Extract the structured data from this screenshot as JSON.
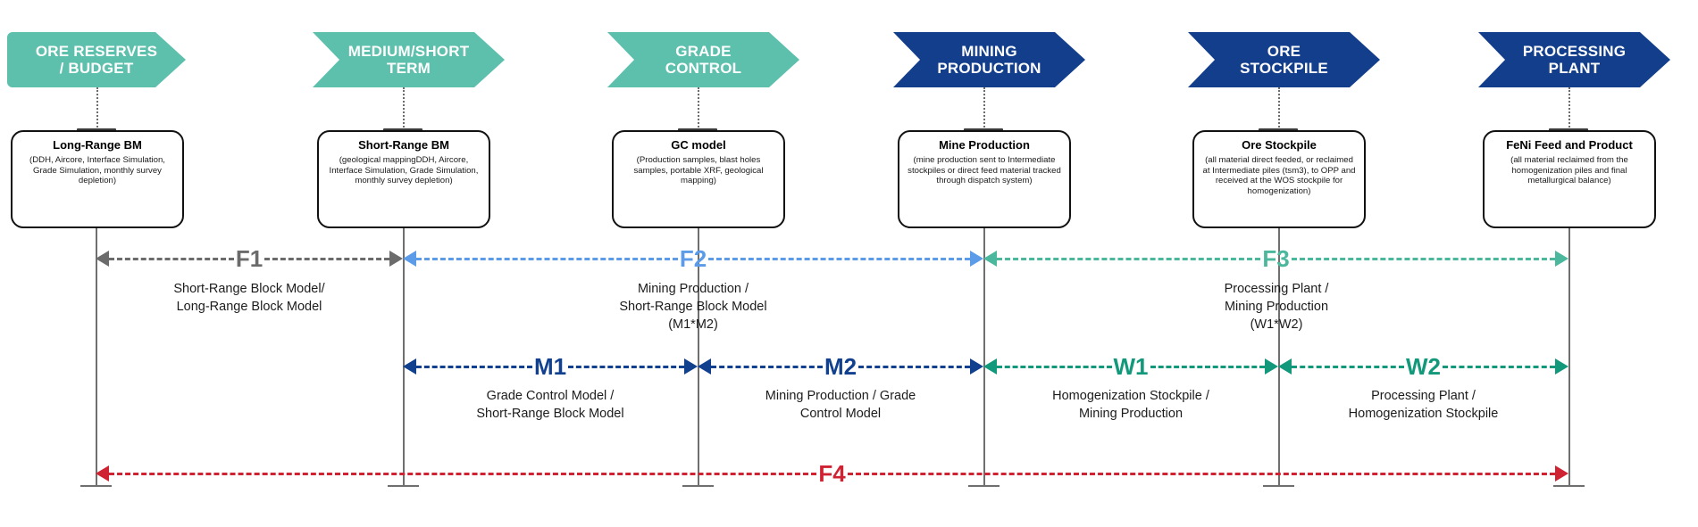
{
  "colors": {
    "teal_banner": "#5cc0ac",
    "navy_banner": "#123e8c",
    "f1_gray": "#6b6b6b",
    "f2_blue": "#5b9be8",
    "f3_teal": "#4bb79c",
    "m_navy": "#10408e",
    "w_green": "#12987b",
    "f4_red": "#cf2233"
  },
  "banners": [
    {
      "label": "ORE RESERVES\n/  BUDGET",
      "line1": "ORE RESERVES",
      "line2": "/  BUDGET",
      "style": "teal"
    },
    {
      "label": "MEDIUM/SHORT TERM",
      "line1": "MEDIUM/SHORT",
      "line2": "TERM",
      "style": "teal"
    },
    {
      "label": "GRADE CONTROL",
      "line1": "GRADE",
      "line2": "CONTROL",
      "style": "teal"
    },
    {
      "label": "MINING PRODUCTION",
      "line1": "MINING",
      "line2": "PRODUCTION",
      "style": "navy"
    },
    {
      "label": "ORE STOCKPILE",
      "line1": "ORE",
      "line2": "STOCKPILE",
      "style": "navy"
    },
    {
      "label": "PROCESSING PLANT",
      "line1": "PROCESSING",
      "line2": "PLANT",
      "style": "navy"
    }
  ],
  "boxes": [
    {
      "title": "Long-Range BM",
      "detail": "(DDH, Aircore, Interface Simulation, Grade Simulation, monthly survey depletion)"
    },
    {
      "title": "Short-Range BM",
      "detail": "(geological mappingDDH, Aircore, Interface Simulation, Grade Simulation, monthly survey depletion)"
    },
    {
      "title": "GC model",
      "detail": "(Production samples, blast holes samples, portable XRF, geological mapping)"
    },
    {
      "title": "Mine Production",
      "detail": "(mine production sent to Intermediate stockpiles or direct feed material tracked through dispatch system)"
    },
    {
      "title": "Ore Stockpile",
      "detail": "(all material direct feeded, or reclaimed at Intermediate piles (tsm3), to OPP and received at the WOS stockpile for homogenization)"
    },
    {
      "title": "FeNi Feed and Product",
      "detail": "(all material reclaimed from the homogenization piles and final metallurgical balance)"
    }
  ],
  "factors": {
    "f1": {
      "code": "F1",
      "caption_line1": "Short-Range Block Model/",
      "caption_line2": "Long-Range Block Model",
      "caption_line3": "",
      "color": "#6b6b6b"
    },
    "f2": {
      "code": "F2",
      "caption_line1": "Mining Production /",
      "caption_line2": "Short-Range Block Model",
      "caption_line3": "(M1*M2)",
      "color": "#5b9be8"
    },
    "f3": {
      "code": "F3",
      "caption_line1": "Processing Plant /",
      "caption_line2": "Mining Production",
      "caption_line3": "(W1*W2)",
      "color": "#4bb79c"
    },
    "m1": {
      "code": "M1",
      "caption_line1": "Grade Control Model /",
      "caption_line2": "Short-Range Block Model",
      "color": "#10408e"
    },
    "m2": {
      "code": "M2",
      "caption_line1": "Mining Production / Grade",
      "caption_line2": "Control Model",
      "color": "#10408e"
    },
    "w1": {
      "code": "W1",
      "caption_line1": "Homogenization Stockpile  /",
      "caption_line2": "Mining Production",
      "color": "#12987b"
    },
    "w2": {
      "code": "W2",
      "caption_line1": "Processing Plant /",
      "caption_line2": "Homogenization Stockpile",
      "color": "#12987b"
    },
    "f4": {
      "code": "F4",
      "color": "#cf2233"
    }
  }
}
